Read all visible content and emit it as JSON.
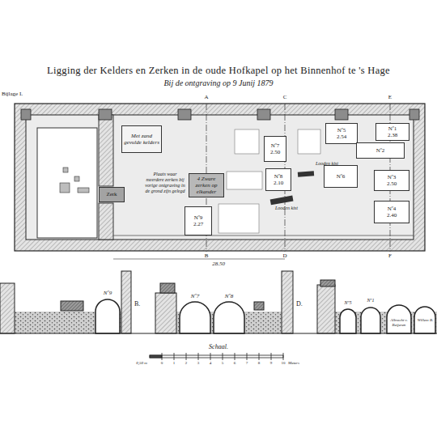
{
  "diagram": {
    "title": "Ligging der Kelders en Zerken in de oude Hofkapel op het Binnenhof te 's Hage",
    "nodes": [
      {
        "text": [
          "Met zand gevulde kelders"
        ]
      },
      {
        "text": [
          "Zerk"
        ]
      },
      {
        "text": [
          "4 Zware zerken op elkander"
        ]
      },
      {
        "text": [
          "Nº9",
          "2.27"
        ]
      },
      {
        "text": [
          "Nº7",
          "2.50"
        ]
      },
      {
        "text": [
          "Nº8",
          "2.10"
        ]
      },
      {
        "text": [
          "Nº6"
        ]
      },
      {
        "text": [
          "Nº5",
          "2.54"
        ]
      },
      {
        "text": [
          "Nº1",
          "2.38"
        ]
      },
      {
        "text": [
          "Nº2"
        ]
      },
      {
        "text": [
          "Nº3",
          "2.50"
        ]
      },
      {
        "text": [
          "Nº4",
          "2.40"
        ]
      }
    ],
    "labels": [
      "Bijlage I.",
      "Bij de ontgraving op 9 Junij 1879",
      "A",
      "B",
      "C",
      "D",
      "E",
      "F",
      "Plaats waar meerdere zerken bij vorige ontgraving in de grond zijn gelegd",
      "Looden kist",
      "Looden kist",
      "28.50",
      "Nº9",
      "B.",
      "Nº7",
      "Nº8",
      "D.",
      "Nº5",
      "Nº1",
      "Albrecht v. Beijeren",
      "Willem B.",
      "Schaal.",
      "0,50 m",
      "0",
      "1",
      "2",
      "3",
      "4",
      "5",
      "6",
      "7",
      "8",
      "9",
      "10",
      "Meters"
    ]
  }
}
